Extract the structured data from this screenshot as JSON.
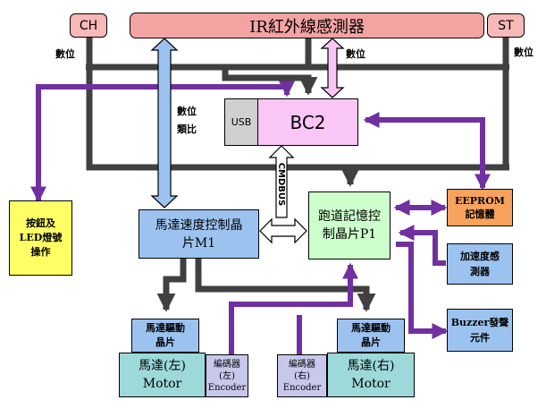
{
  "blocks": {
    "ch": "CH",
    "ir": "IR紅外線感測器",
    "st": "ST",
    "usb": "USB",
    "bc2": "BC2",
    "buttons": "按鈕及\nLED燈號\n操作",
    "m1": "馬達速度控制晶\n片M1",
    "p1": "跑道記憶控\n制晶片P1",
    "eeprom": "EEPROM\n記憶體",
    "accel": "加速度感\n測器",
    "buzzer": "Buzzer發聲\n元件",
    "driver_left": "馬達驅動\n晶片",
    "driver_right": "馬達驅動\n晶片",
    "motor_left": "馬達(左)\nMotor",
    "motor_right": "馬達(右)\nMotor",
    "encoder_left": "編碼器\n(左)\nEncoder",
    "encoder_right": "編碼器\n(右)\nEncoder"
  },
  "labels": {
    "digital_left": "數位",
    "digital_ir": "數位",
    "digital_right": "數位",
    "digital_analog": "數位\n類比",
    "cmdbus": "CMDBUS"
  },
  "colors": {
    "bus": "#404040",
    "signal": "#7030a0",
    "ir_fill": "#f4a3a3",
    "tag_fill": "#f7b8b8",
    "blue_fill": "#9cc3f0",
    "green_fill": "#ccffcc",
    "orange_fill": "#f9a25d",
    "yellow_fill": "#ffff66",
    "bc2_fill": "#f9c6f5",
    "usb_fill": "#d0d0d0",
    "motor_fill": "#9dd9d9",
    "encoder_fill": "#c8c8ec"
  }
}
